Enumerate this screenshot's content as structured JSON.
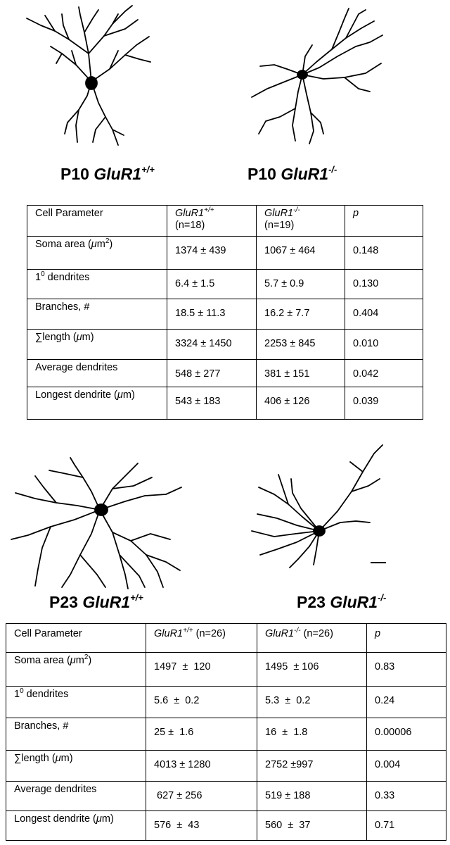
{
  "panels": [
    {
      "left_caption": {
        "prefix": "P10",
        "gene": "GluR1",
        "genotype": "+/+"
      },
      "right_caption": {
        "prefix": "P10",
        "gene": "GluR1",
        "genotype": "-/-"
      },
      "header": {
        "param": "Cell Parameter",
        "wt": {
          "gene": "GluR1",
          "genotype": "+/+",
          "n": "(n=18)"
        },
        "ko": {
          "gene": "GluR1",
          "genotype": "-/-",
          "n": "(n=19)"
        },
        "p": "p"
      },
      "rows": [
        {
          "label": "Soma area (",
          "unit": "m",
          "exp": "2",
          "tail": ")",
          "wt": "1374 ± 439",
          "ko": "1067 ± 464",
          "p": "0.148"
        },
        {
          "label": "1",
          "sup": "0",
          "tail": " dendrites",
          "wt": "6.4 ± 1.5",
          "ko": "5.7 ± 0.9",
          "p": "0.130"
        },
        {
          "label": "Branches, #",
          "wt": "18.5 ± 11.3",
          "ko": "16.2 ± 7.7",
          "p": "0.404"
        },
        {
          "label": "∑length (",
          "unit": "m",
          "tail": ")",
          "wt": "3324 ± 1450",
          "ko": "2253 ± 845",
          "p": "0.010"
        },
        {
          "label": "Average dendrites",
          "wt": "548 ± 277",
          "ko": "381 ± 151",
          "p": "0.042"
        },
        {
          "label": "Longest dendrite (",
          "unit": "m",
          "tail": ")",
          "wt": "543 ± 183",
          "ko": "406 ± 126",
          "p": "0.039"
        }
      ]
    },
    {
      "left_caption": {
        "prefix": "P23",
        "gene": "GluR1",
        "genotype": "+/+"
      },
      "right_caption": {
        "prefix": "P23",
        "gene": "GluR1",
        "genotype": "-/-"
      },
      "header": {
        "param": "Cell Parameter",
        "wt": {
          "gene": "GluR1",
          "genotype": "+/+",
          "n": "(n=26)"
        },
        "ko": {
          "gene": "GluR1",
          "genotype": "-/-",
          "n": "(n=26)"
        },
        "p": "p"
      },
      "rows": [
        {
          "label": "Soma area (",
          "unit": "m",
          "exp": "2",
          "tail": ")",
          "wt": "1497  ±  120",
          "ko": "1495  ± 106",
          "p": "0.83"
        },
        {
          "label": "1",
          "sup": "0",
          "tail": " dendrites",
          "wt": "5.6  ±  0.2",
          "ko": "5.3  ±  0.2",
          "p": "0.24"
        },
        {
          "label": "Branches, #",
          "wt": "25 ±  1.6",
          "ko": "16  ±  1.8",
          "p": "0.00006"
        },
        {
          "label": "∑length (",
          "unit": "m",
          "tail": ")",
          "wt": "4013 ± 1280",
          "ko": "2752 ±997",
          "p": "0.004"
        },
        {
          "label": "Average dendrites",
          "wt": " 627 ± 256",
          "ko": "519 ± 188",
          "p": "0.33"
        },
        {
          "label": "Longest dendrite (",
          "unit": "m",
          "tail": ")",
          "wt": "576  ±  43",
          "ko": "560  ±  37",
          "p": "0.71"
        }
      ]
    }
  ],
  "mu": "μ"
}
